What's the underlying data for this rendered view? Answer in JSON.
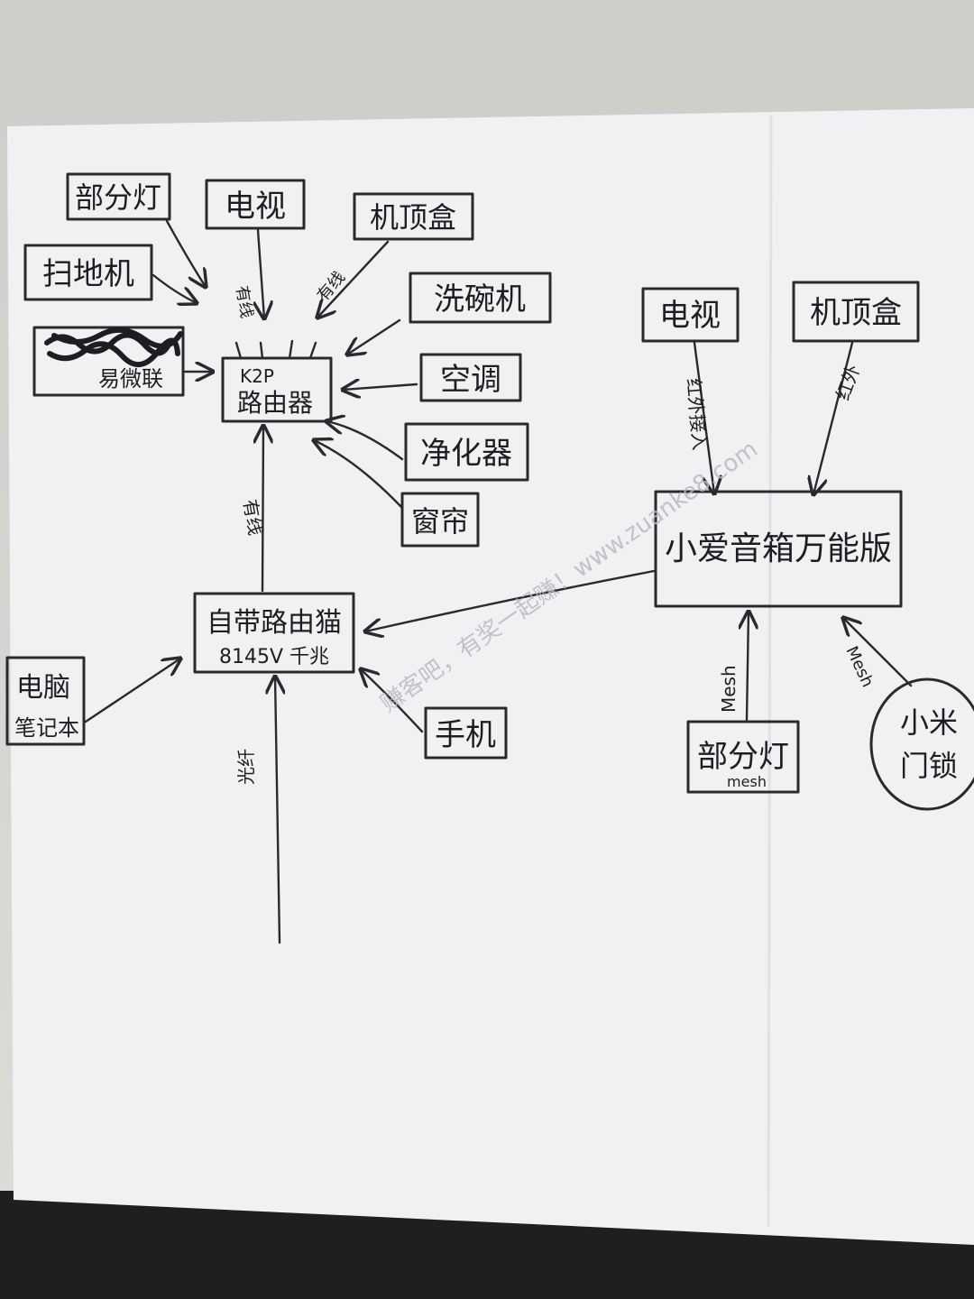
{
  "left_network": {
    "bedroom_light": "部分灯",
    "robot_vacuum": "扫地机",
    "yiweilian_label": "易微联",
    "tv": "电视",
    "settop_box": "机顶盒",
    "dishwasher": "洗碗机",
    "ac": "空调",
    "purifier": "净化器",
    "curtain": "窗帘",
    "router_model": "K2P",
    "router_label": "路由器",
    "modem_label": "自带路由猫",
    "modem_model": "8145V 千兆",
    "pc_label": "电脑",
    "laptop_label": "笔记本",
    "phone": "手机",
    "edge_tv": "有线",
    "edge_settop": "有线",
    "edge_modem_router": "有线",
    "edge_fiber": "光纤"
  },
  "right_network": {
    "tv": "电视",
    "settop_box": "机顶盒",
    "speaker": "小爱音箱万能版",
    "edge_tv": "红外接入",
    "edge_settop": "红外",
    "light": "部分灯",
    "light_sub": "mesh",
    "door_lock_line1": "小米",
    "door_lock_line2": "门锁",
    "edge_light": "Mesh",
    "edge_lock": "Mesh"
  },
  "watermark": "赚客吧，有奖一起赚！www.zuanke8.com",
  "colors": {
    "paper": "#f1f1f3",
    "ink": "#2a2a2e",
    "background": "#d5d3ce",
    "dark_surface": "#1f1f22"
  }
}
